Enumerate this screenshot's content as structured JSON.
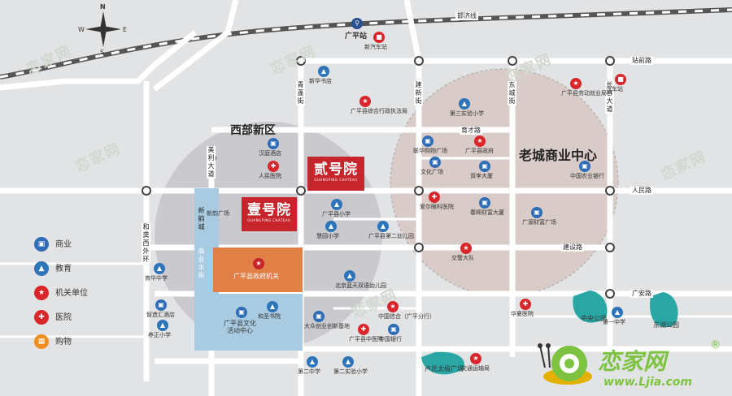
{
  "colors": {
    "background": "#e2e3e5",
    "road": "#ffffff",
    "west_zone": "#c9c9ce",
    "old_town": "#d8c9c3",
    "orange_block": "#e07f46",
    "blue_block": "#a8cbe1",
    "water": "#2aa7a4",
    "brand_red": "#c5252b",
    "railway": "#555555"
  },
  "compass": {
    "n": "N",
    "s": "S",
    "e": "E",
    "w": "W"
  },
  "railway": {
    "name": "邯济线"
  },
  "station": {
    "name": "广平站",
    "icon": "train-station-icon"
  },
  "zones": {
    "west": "西部新区",
    "old_town": "老城商业中心"
  },
  "projects": {
    "yi": {
      "name": "壹号院",
      "sub": "GUANGPING CHATEAU"
    },
    "er": {
      "name": "贰号院",
      "sub": "GUANGPING CHATEAU"
    }
  },
  "roads": {
    "zhanqian": "站前路",
    "yufen": "育才路",
    "renmin": "人民路",
    "jianshe": "建设路",
    "guangan": "广安路",
    "qingyuan": "青蓬街",
    "jianxin": "建新街",
    "dongcheng": "东城街",
    "changchun": "长春大道",
    "meili": "美利大道",
    "xinyun": "新韵城",
    "hegong": "和龚西外环"
  },
  "blocks": {
    "orange": "广平县政府机关",
    "blue_v": "商业水街",
    "culture": "广平县文化活动中心"
  },
  "pois": [
    {
      "kind": "bus",
      "label": "新汽车站"
    },
    {
      "kind": "bus",
      "label": "汽车站"
    },
    {
      "kind": "edu",
      "label": "新华书店"
    },
    {
      "kind": "gov",
      "label": "广平县综合行政执法局"
    },
    {
      "kind": "edu",
      "label": "第三实验小学"
    },
    {
      "kind": "com",
      "label": "联华购物广场"
    },
    {
      "kind": "gov",
      "label": "广平县政府"
    },
    {
      "kind": "com",
      "label": "文化广场"
    },
    {
      "kind": "com",
      "label": "双李大厦"
    },
    {
      "kind": "gov",
      "label": "广平县劳动就业局"
    },
    {
      "kind": "com",
      "label": "中国农业银行"
    },
    {
      "kind": "com",
      "label": "汉庭酒店"
    },
    {
      "kind": "hos",
      "label": "人民医院"
    },
    {
      "kind": "edu",
      "label": "广平县小学"
    },
    {
      "kind": "edu",
      "label": "慧园小学"
    },
    {
      "kind": "edu",
      "label": "广平县第二幼儿园"
    },
    {
      "kind": "hos",
      "label": "爱尔眼科医院"
    },
    {
      "kind": "com",
      "label": "春辉财富大厦"
    },
    {
      "kind": "com",
      "label": "广源财富广场"
    },
    {
      "kind": "gov",
      "label": "交警大队"
    },
    {
      "kind": "edu",
      "label": "育华中学"
    },
    {
      "kind": "edu",
      "label": "北京蓝天双语幼儿园"
    },
    {
      "kind": "com",
      "label": "智造汇酒店"
    },
    {
      "kind": "edu",
      "label": "养正小学"
    },
    {
      "kind": "edu",
      "label": "和圣书院"
    },
    {
      "kind": "gov",
      "label": "中国信合（广平分行）"
    },
    {
      "kind": "com",
      "label": "大众创业创新基地"
    },
    {
      "kind": "hos",
      "label": "广平县中医院"
    },
    {
      "kind": "com",
      "label": "中国银行"
    },
    {
      "kind": "hos",
      "label": "华夏医院"
    },
    {
      "kind": "edu",
      "label": "第一中学"
    },
    {
      "kind": "edu",
      "label": "第二中学"
    },
    {
      "kind": "edu",
      "label": "第二实验小学"
    },
    {
      "kind": "gov",
      "label": "交通运输局"
    }
  ],
  "parks": {
    "xinyun": "新韵广场",
    "center": "中央公园",
    "east": "东湖公园",
    "lu": "卢氏太极广场"
  },
  "legend": [
    {
      "kind": "com",
      "label": "商业"
    },
    {
      "kind": "edu",
      "label": "教育"
    },
    {
      "kind": "gov",
      "label": "机关单位"
    },
    {
      "kind": "hos",
      "label": "医院"
    },
    {
      "kind": "shop",
      "label": "购物"
    }
  ],
  "watermark": {
    "brand": "恋家网",
    "url": "www.Ljia.com",
    "reg": "®"
  }
}
